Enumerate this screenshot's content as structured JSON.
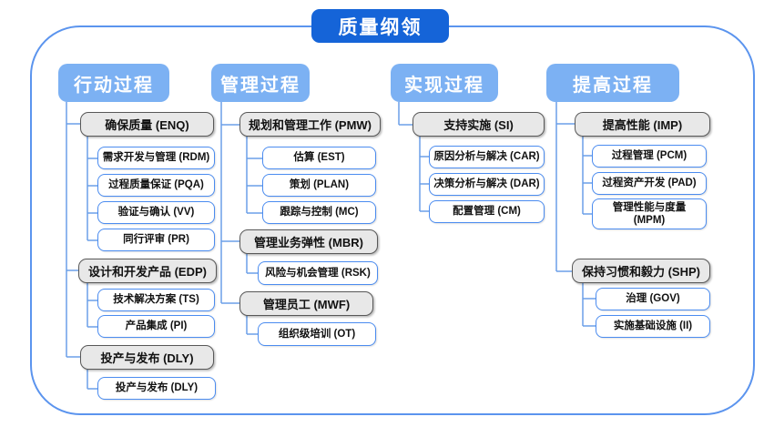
{
  "title": "质量纲领",
  "colors": {
    "title_bg": "#1564d8",
    "header_bg": "#7cb1f3",
    "connector": "#6b9fe8",
    "node_border": "#4b8cf0",
    "group_bg": "#e8e8e8",
    "group_border": "#585858",
    "outer_border": "#5b94ee"
  },
  "columns": [
    {
      "header": "行动过程",
      "groups": [
        {
          "label": "确保质量 (ENQ)",
          "children": [
            "需求开发与管理 (RDM)",
            "过程质量保证 (PQA)",
            "验证与确认 (VV)",
            "同行评审 (PR)"
          ]
        },
        {
          "label": "设计和开发产品 (EDP)",
          "children": [
            "技术解决方案 (TS)",
            "产品集成 (PI)"
          ]
        },
        {
          "label": "投产与发布 (DLY)",
          "children": [
            "投产与发布 (DLY)"
          ]
        }
      ]
    },
    {
      "header": "管理过程",
      "groups": [
        {
          "label": "规划和管理工作 (PMW)",
          "children": [
            "估算 (EST)",
            "策划 (PLAN)",
            "跟踪与控制 (MC)"
          ]
        },
        {
          "label": "管理业务弹性 (MBR)",
          "children": [
            "风险与机会管理 (RSK)"
          ]
        },
        {
          "label": "管理员工 (MWF)",
          "children": [
            "组织级培训 (OT)"
          ]
        }
      ]
    },
    {
      "header": "实现过程",
      "groups": [
        {
          "label": "支持实施 (SI)",
          "children": [
            "原因分析与解决 (CAR)",
            "决策分析与解决 (DAR)",
            "配置管理 (CM)"
          ]
        }
      ]
    },
    {
      "header": "提高过程",
      "groups": [
        {
          "label": "提高性能 (IMP)",
          "children": [
            "过程管理 (PCM)",
            "过程资产开发 (PAD)",
            "管理性能与度量 (MPM)"
          ]
        },
        {
          "label": "保持习惯和毅力 (SHP)",
          "children": [
            "治理 (GOV)",
            "实施基础设施 (II)"
          ]
        }
      ]
    }
  ]
}
